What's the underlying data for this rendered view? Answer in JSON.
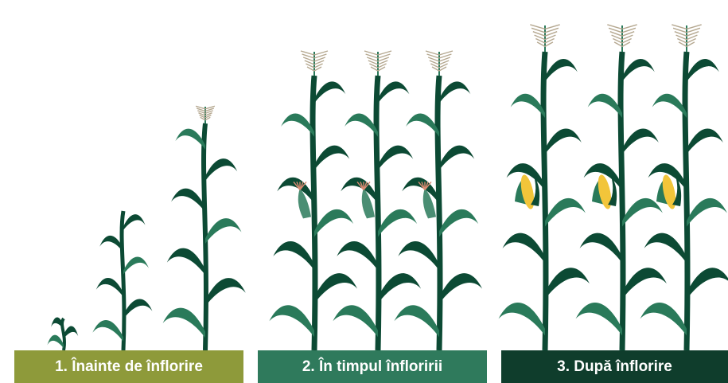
{
  "colors": {
    "leaf_dark": "#0c4a34",
    "leaf_light": "#2a7a5a",
    "tassel": "#b5a890",
    "silk": "#d98a72",
    "cob": "#f2c53a",
    "stage1": "#8e9a3a",
    "stage2": "#2f7a5c",
    "stage3": "#0f3d2c"
  },
  "stages": [
    {
      "label": "1. Înainte de înflorire",
      "color_key": "stage1"
    },
    {
      "label": "2. În timpul înfloririi",
      "color_key": "stage2"
    },
    {
      "label": "3. După înflorire",
      "color_key": "stage3"
    }
  ],
  "icons": {
    "plant": "corn-plant-icon",
    "tassel": "tassel-icon",
    "silk": "silk-icon",
    "cob": "corn-cob-icon"
  }
}
